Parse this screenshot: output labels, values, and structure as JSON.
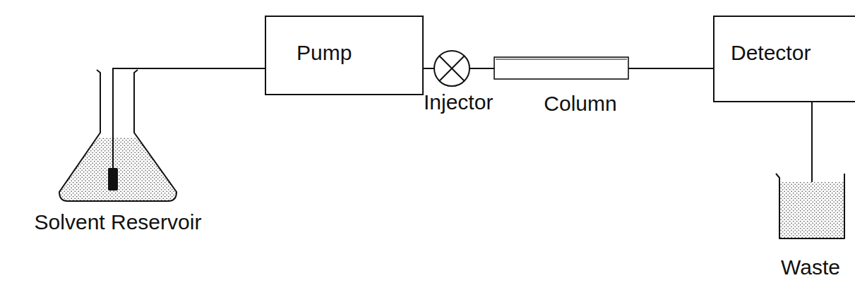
{
  "diagram": {
    "nodes": [
      {
        "text": [
          "Solvent Reservoir"
        ]
      },
      {
        "text": [
          "Pump"
        ]
      },
      {
        "text": [
          "Injector"
        ]
      },
      {
        "text": [
          "Column"
        ]
      },
      {
        "text": [
          "Detector"
        ]
      },
      {
        "text": [
          "Waste"
        ]
      }
    ],
    "edges": [
      {
        "from": 0,
        "to": 1,
        "arrow": "none"
      },
      {
        "from": 1,
        "to": 2,
        "arrow": "none"
      },
      {
        "from": 2,
        "to": 3,
        "arrow": "none"
      },
      {
        "from": 3,
        "to": 4,
        "arrow": "none"
      },
      {
        "from": 4,
        "to": 5,
        "arrow": "none"
      }
    ]
  }
}
